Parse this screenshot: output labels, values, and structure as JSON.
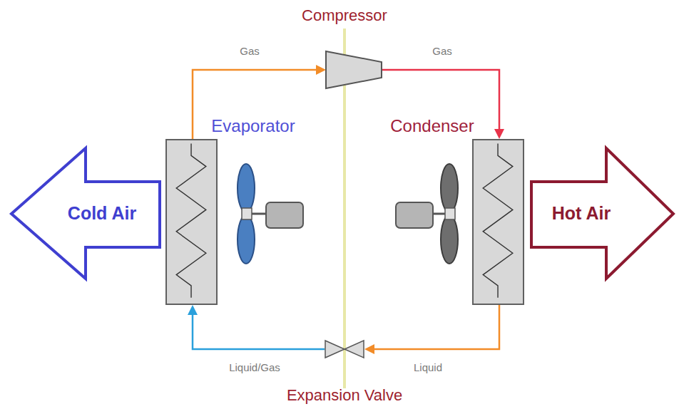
{
  "diagram": {
    "nodes": [
      {
        "text": [
          "Compressor"
        ]
      },
      {
        "text": [
          "Evaporator"
        ]
      },
      {
        "text": [
          "Condenser"
        ]
      },
      {
        "text": [
          "Cold Air"
        ]
      },
      {
        "text": [
          "Hot Air"
        ]
      },
      {
        "text": [
          "Expansion Valve"
        ]
      }
    ],
    "edges": [
      {
        "from": 1,
        "to": 0,
        "arrow": "to",
        "label": "Gas"
      },
      {
        "from": 0,
        "to": 2,
        "arrow": "to",
        "label": "Gas"
      },
      {
        "from": 2,
        "to": 5,
        "arrow": "to",
        "label": "Liquid"
      },
      {
        "from": 5,
        "to": 1,
        "arrow": "to",
        "label": "Liquid/Gas"
      }
    ]
  }
}
